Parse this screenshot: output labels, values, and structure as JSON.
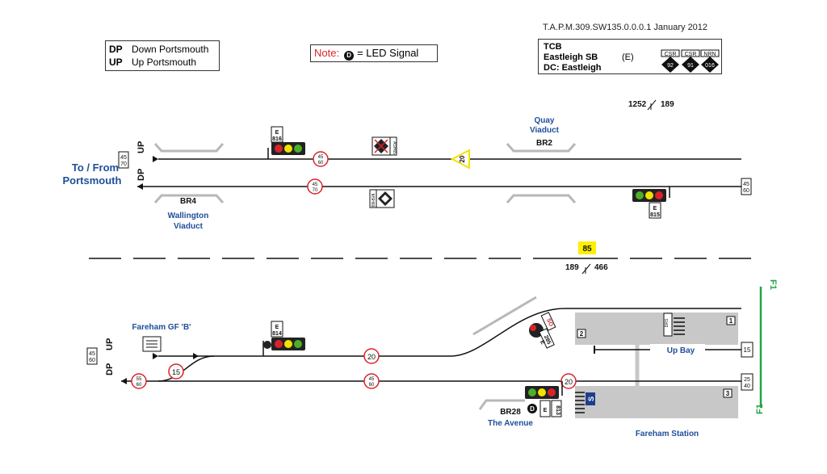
{
  "header": {
    "reference": "T.A.P.M.309.SW135.0.0.0.1 January 2012",
    "legend": [
      {
        "code": "DP",
        "text": "Down Portsmouth"
      },
      {
        "code": "UP",
        "text": "Up Portsmouth"
      }
    ],
    "note": {
      "label": "Note:",
      "symbol": "D",
      "text": "= LED Signal"
    },
    "tcb": {
      "line1": "TCB",
      "line2": "Eastleigh SB",
      "line2_code": "(E)",
      "line3": "DC: Eastleigh"
    },
    "badges": [
      {
        "top": "CSR",
        "value": "92"
      },
      {
        "top": "CSR",
        "value": "91"
      },
      {
        "top": "NRN",
        "value": "016"
      }
    ]
  },
  "upper": {
    "direction": [
      "To / From",
      "Portsmouth"
    ],
    "up_label": "UP",
    "dp_label": "DP",
    "up_speed": [
      "45",
      "70"
    ],
    "dp_speed_right": [
      "45",
      "60"
    ],
    "signal_up": {
      "box_top": "E",
      "box_bottom": "816"
    },
    "signal_dp": {
      "box_top": "E",
      "box_bottom": "815"
    },
    "speed_up_mid": [
      "45",
      "60"
    ],
    "speed_dp_mid": [
      "45",
      "70"
    ],
    "board_up": "ASH65",
    "board_dp": "MSH69",
    "warning": "20",
    "quay": [
      "Quay",
      "Viaduct"
    ],
    "br2": "BR2",
    "br4": "BR4",
    "wallington": [
      "Wallington",
      "Viaduct"
    ],
    "mileage_top": {
      "left": "1252",
      "right": "189"
    }
  },
  "divider": {
    "marker": "85",
    "mileage": {
      "left": "189",
      "right": "466"
    }
  },
  "lower": {
    "gf_label": "Fareham GF 'B'",
    "up_label": "UP",
    "dp_label": "DP",
    "up_speed": [
      "45",
      "60"
    ],
    "dp_speed_left": [
      "55",
      "60"
    ],
    "crossover_speed": "15",
    "up_speed_mid": "20",
    "dp_speed_mid": [
      "45",
      "60"
    ],
    "dp_speed_plat": "20",
    "signal_up": {
      "box_top": "E",
      "box_bottom": "814"
    },
    "signal_shunt": {
      "box_top": "E",
      "box_bottom": "285",
      "tag": "SO"
    },
    "signal_dp": {
      "box_top": "E",
      "box_bottom": "813",
      "led": "D"
    },
    "br28": "BR28",
    "avenue": "The Avenue",
    "station": "Fareham Station",
    "up_bay": "Up Bay",
    "bay_speed": "15",
    "platform_speed": [
      "25",
      "40"
    ],
    "platforms": [
      "1",
      "2",
      "3"
    ],
    "stop_board": "DRS",
    "s_marker": "S",
    "f1": "F1"
  },
  "colors": {
    "track": "#111111",
    "label_blue": "#1f4e9a",
    "signal_red": "#d9232a",
    "signal_yellow": "#f2e200",
    "signal_green": "#4caf2a",
    "platform": "#c8c8c8",
    "limit_green": "#22a347",
    "marker_yellow": "#ffee00"
  }
}
